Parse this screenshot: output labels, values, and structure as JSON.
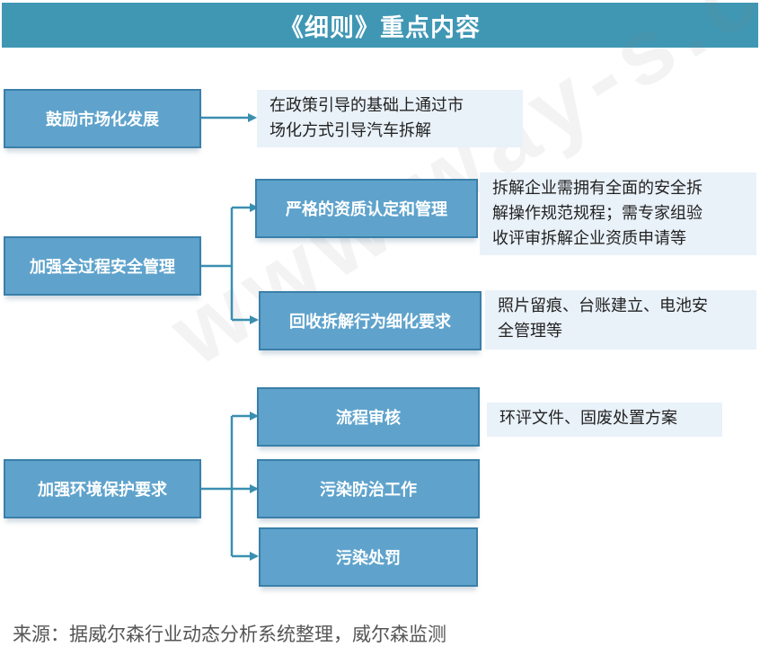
{
  "title": "《细则》重点内容",
  "source": "来源：据威尔森行业动态分析系统整理，威尔森监测",
  "watermark": "www.way-s.cn",
  "colors": {
    "header": "#3f97b4",
    "box_fill": "#5fa3cc",
    "box_border": "#3a7fa9",
    "note_fill": "#e9f1f9",
    "arrow": "#3a8fb0"
  },
  "categories": {
    "market": "鼓励市场化发展",
    "safety": "加强全过程安全管理",
    "environment": "加强环境保护要求"
  },
  "measures": {
    "qualification": "严格的资质认定和管理",
    "recycling": "回收拆解行为细化要求",
    "process_review": "流程审核",
    "pollution_control": "污染防治工作",
    "pollution_penalty": "污染处罚"
  },
  "notes": {
    "market": [
      "在政策引导的基础上通过市",
      "场化方式引导汽车拆解"
    ],
    "qualification": [
      "拆解企业需拥有全面的安全拆",
      "解操作规范规程；需专家组验",
      "收评审拆解企业资质申请等"
    ],
    "recycling": [
      "照片留痕、台账建立、电池安",
      "全管理等"
    ],
    "process_review": [
      "环评文件、固废处置方案"
    ]
  }
}
